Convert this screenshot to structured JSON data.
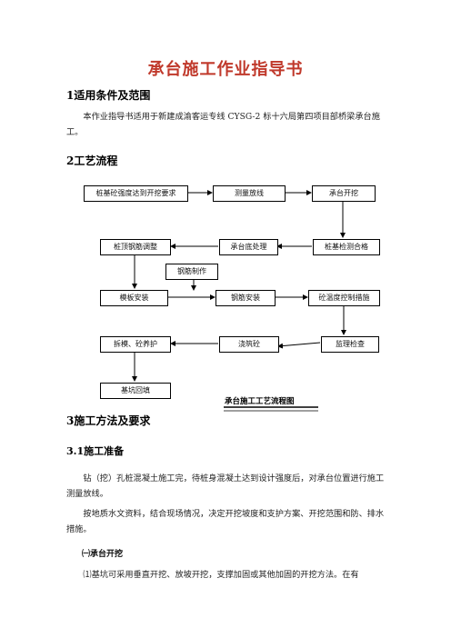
{
  "title": "承台施工作业指导书",
  "sec1": {
    "heading": "1适用条件及范围",
    "text": "本作业指导书适用于新建成渝客运专线 CYSG-2 标十六局第四项目部桥梁承台施工。"
  },
  "sec2": {
    "heading": "2工艺流程",
    "flow": {
      "b1": "桩基砼强度达到开挖要求",
      "b2": "测量放线",
      "b3": "承台开挖",
      "b4": "桩顶钢筋调整",
      "b5": "承台底处理",
      "b6": "桩基检测合格",
      "b7": "钢筋制作",
      "b8": "模板安装",
      "b9": "钢筋安装",
      "b10": "砼温度控制措施",
      "b11": "拆模、砼养护",
      "b12": "浇筑砼",
      "b13": "监理检查",
      "b14": "基坑回填",
      "caption": "承台施工工艺流程图"
    }
  },
  "sec3": {
    "heading": "3施工方法及要求",
    "sub1": "3.1施工准备",
    "p1": "钻（挖）孔桩混凝土施工完，待桩身混凝土达到设计强度后，对承台位置进行施工测量放线。",
    "p2": "按地质水文资料，结合现场情况，决定开挖坡度和支护方案、开挖范围和防、排水措施。",
    "sub2": "㈠承台开挖",
    "p3": "⑴基坑可采用垂直开挖、放坡开挖，支撑加固或其他加固的开挖方法。在有"
  }
}
